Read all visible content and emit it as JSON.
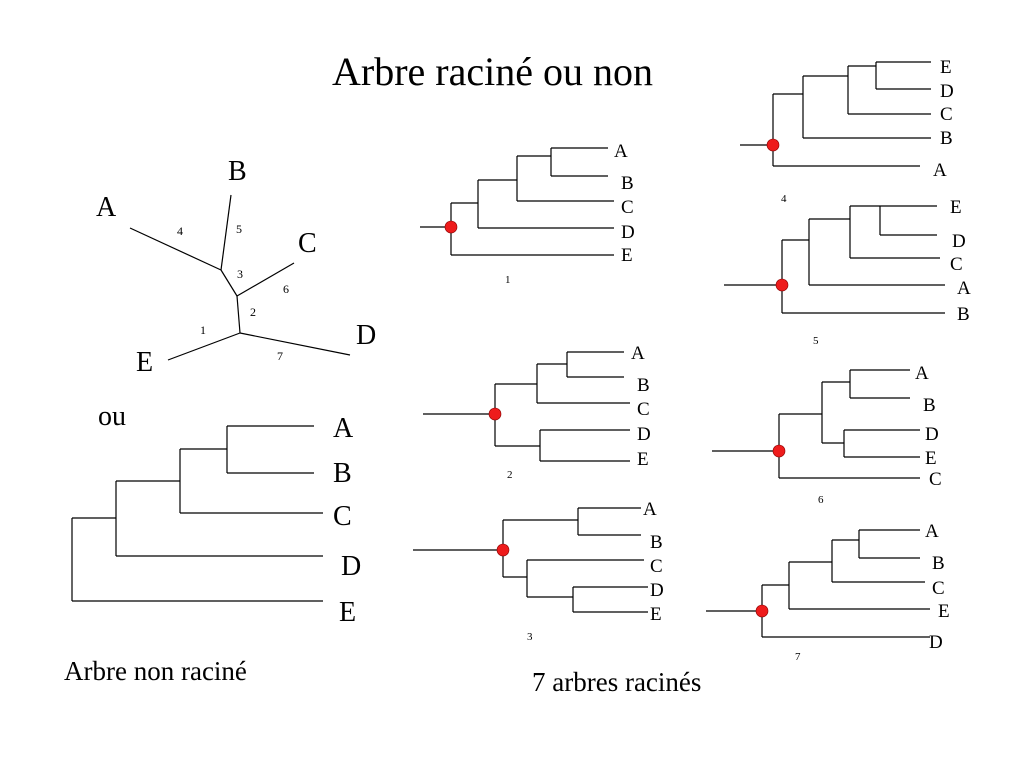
{
  "title": "Arbre raciné ou non",
  "unrooted_caption": "Arbre non raciné",
  "rooted_caption": "7 arbres racinés",
  "separator": "ou",
  "root_marker_color": "#ee1c1c",
  "unrooted_tree": {
    "leaves": [
      "A",
      "B",
      "C",
      "D",
      "E"
    ],
    "branch_labels": [
      "1",
      "2",
      "3",
      "4",
      "5",
      "6",
      "7"
    ]
  },
  "cladogram": {
    "leaves": [
      "A",
      "B",
      "C",
      "D",
      "E"
    ]
  },
  "rooted_trees": [
    {
      "number": "1",
      "leaves": [
        "A",
        "B",
        "C",
        "D",
        "E"
      ]
    },
    {
      "number": "2",
      "leaves": [
        "A",
        "B",
        "C",
        "D",
        "E"
      ]
    },
    {
      "number": "3",
      "leaves": [
        "A",
        "B",
        "C",
        "D",
        "E"
      ]
    },
    {
      "number": "4",
      "leaves": [
        "E",
        "D",
        "C",
        "B",
        "A"
      ]
    },
    {
      "number": "5",
      "leaves": [
        "E",
        "D",
        "C",
        "A",
        "B"
      ]
    },
    {
      "number": "6",
      "leaves": [
        "A",
        "B",
        "D",
        "E",
        "C"
      ]
    },
    {
      "number": "7",
      "leaves": [
        "A",
        "B",
        "C",
        "E",
        "D"
      ]
    }
  ]
}
